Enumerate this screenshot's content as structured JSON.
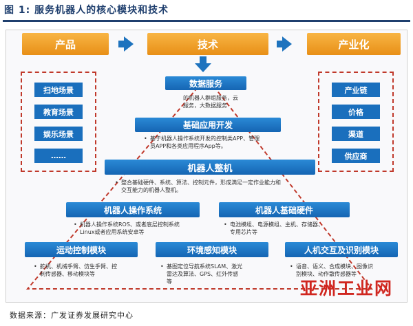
{
  "title": "图 1:  服务机器人的核心模块和技术",
  "header": {
    "product": "产品",
    "tech": "技术",
    "industry": "产业化"
  },
  "product_items": [
    "扫地场景",
    "教育场景",
    "娱乐场景",
    "……"
  ],
  "industry_items": [
    "产业链",
    "价格",
    "渠道",
    "供应商"
  ],
  "modules": {
    "data_service": {
      "label": "数据服务",
      "desc": [
        "的机器人群组服务，云",
        "服务，大数据服务"
      ]
    },
    "app_dev": {
      "label": "基础应用开发",
      "desc": [
        "基于机器人操作系统开发的控制类APP、管理",
        "员APP和各类应用程序App等。"
      ]
    },
    "robot": {
      "label": "机器人整机",
      "desc": [
        "整合基础硬件、系统、算法、控制元件，形成满足一定作业能力和",
        "交互能力的机器人整机。"
      ]
    },
    "os": {
      "label": "机器人操作系统",
      "desc": [
        "机器人操作系统ROS、或者底层控制系统",
        "Linux或者应用系统安卓等"
      ]
    },
    "hardware": {
      "label": "机器人基础硬件",
      "desc": [
        "电池模组、电源模组、主机、存储器、",
        "专用芯片等"
      ]
    },
    "motion": {
      "label": "运动控制模块",
      "desc": [
        "舵机、机械手臂、仿生手臂、控",
        "制传感器、移动模块等"
      ]
    },
    "env": {
      "label": "环境感知模块",
      "desc": [
        "基图定位导航系统SLAM、激光",
        "雷达及算法、GPS、红外传感",
        "等"
      ]
    },
    "hci": {
      "label": "人机交互及识别模块",
      "desc": [
        "语音、语义、合成模块、图像识",
        "别模块、动作散传感器等"
      ]
    }
  },
  "footer": "数据来源：广发证券发展研究中心",
  "watermark": "亚洲工业网",
  "colors": {
    "orange": "#f0a030",
    "blue": "#1a6fbd",
    "title_blue": "#1f3f6e",
    "red_dash": "#c0392b"
  }
}
